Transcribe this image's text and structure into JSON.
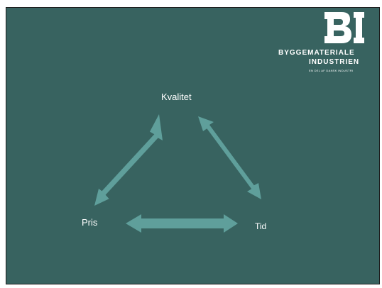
{
  "logo": {
    "line1": "BYGGEMATERIALE",
    "line2": "INDUSTRIEN",
    "tagline": "EN DEL AF DANSK INDUSTRI"
  },
  "diagram": {
    "nodes": {
      "top": "Kvalitet",
      "left": "Pris",
      "right": "Tid"
    }
  },
  "colors": {
    "background": "#386360",
    "arrow": "#5f9f9b",
    "text": "#ffffff"
  }
}
